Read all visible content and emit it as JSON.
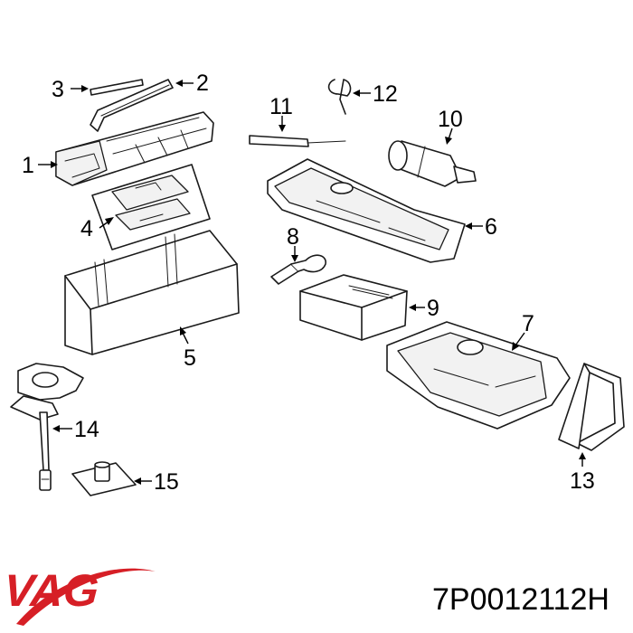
{
  "callouts": [
    "1",
    "2",
    "3",
    "4",
    "5",
    "6",
    "7",
    "8",
    "9",
    "10",
    "11",
    "12",
    "13",
    "14",
    "15"
  ],
  "footer": {
    "brand": "VAG",
    "brand_color": "#d61f26",
    "part_number": "7P0012112H"
  }
}
